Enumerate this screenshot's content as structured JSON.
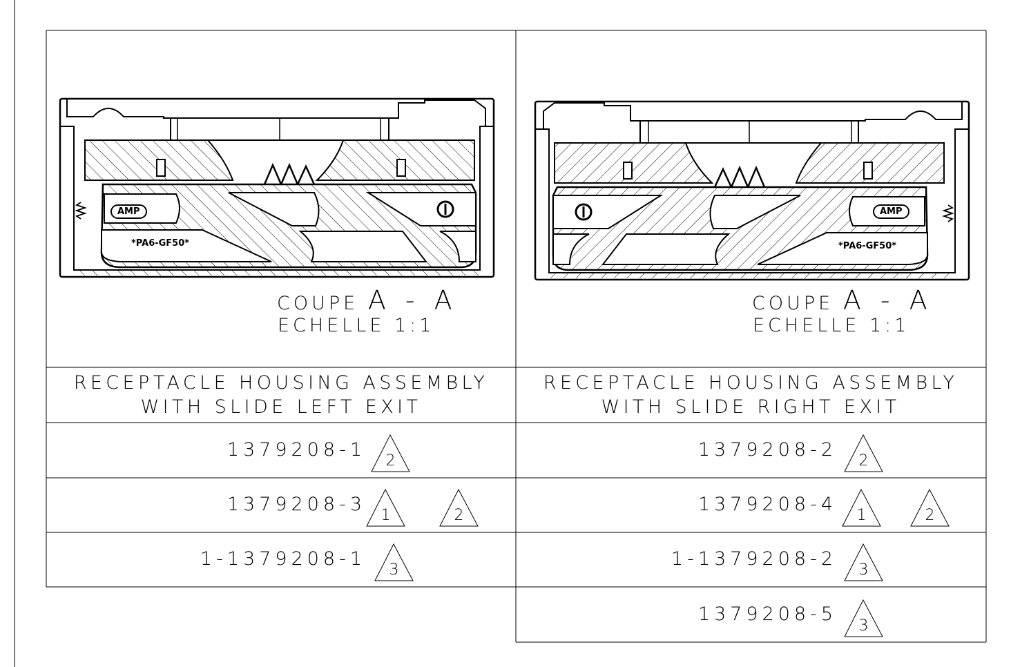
{
  "views": [
    {
      "section_label": "COUPE",
      "section_id": "A - A",
      "scale": "ECHELLE  1:1",
      "stamp_top": "AMP",
      "stamp_bottom": "*PA6-GF50*",
      "title_line1": "RECEPTACLE HOUSING ASSEMBLY",
      "title_line2": "WITH SLIDE LEFT EXIT",
      "parts": [
        {
          "number": "1379208-1",
          "flags": [
            "2"
          ]
        },
        {
          "number": "1379208-3",
          "flags": [
            "1",
            "2"
          ]
        },
        {
          "number": "1-1379208-1",
          "flags": [
            "3"
          ]
        }
      ]
    },
    {
      "section_label": "COUPE",
      "section_id": "A - A",
      "scale": "ECHELLE  1:1",
      "stamp_top": "AMP",
      "stamp_bottom": "*PA6-GF50*",
      "title_line1": "RECEPTACLE HOUSING ASSEMBLY",
      "title_line2": "WITH SLIDE RIGHT EXIT",
      "parts": [
        {
          "number": "1379208-2",
          "flags": [
            "2"
          ]
        },
        {
          "number": "1379208-4",
          "flags": [
            "1",
            "2"
          ]
        },
        {
          "number": "1-1379208-2",
          "flags": [
            "3"
          ]
        },
        {
          "number": "1379208-5",
          "flags": [
            "3"
          ]
        }
      ]
    }
  ]
}
